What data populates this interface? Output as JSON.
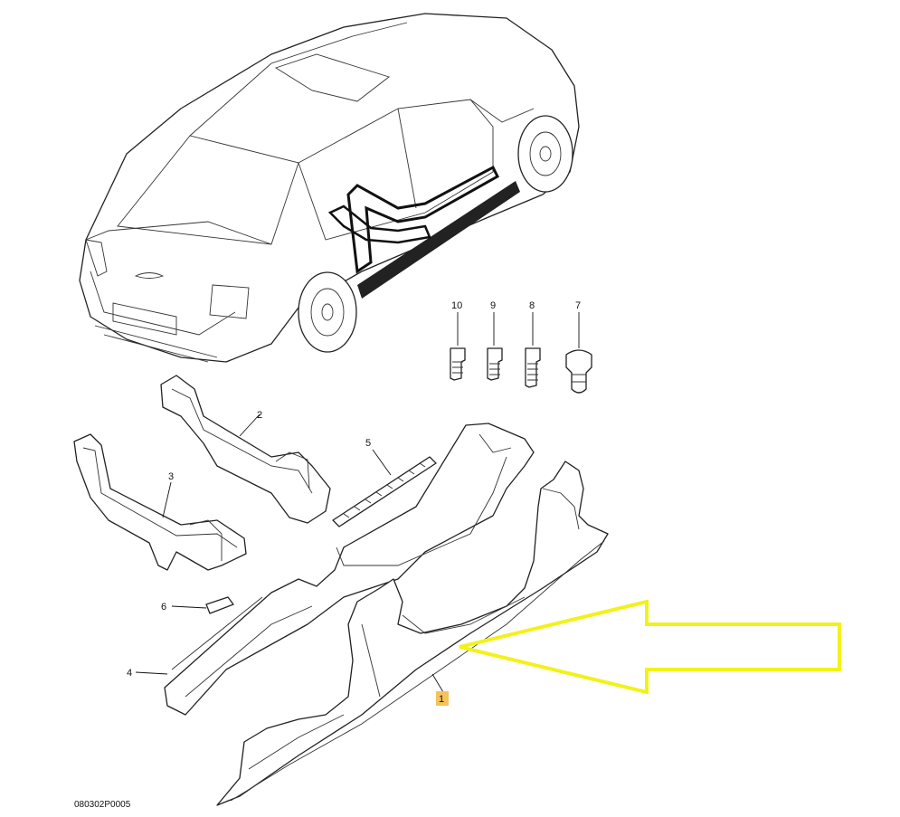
{
  "callouts": {
    "c1": "1",
    "c2": "2",
    "c3": "3",
    "c4": "4",
    "c5": "5",
    "c6": "6",
    "c7": "7",
    "c8": "8",
    "c9": "9",
    "c10": "10"
  },
  "drawing_code": "080302P0005",
  "colors": {
    "arrow": "#f2f21a",
    "highlight": "#f6c35a",
    "stroke": "#222222"
  }
}
